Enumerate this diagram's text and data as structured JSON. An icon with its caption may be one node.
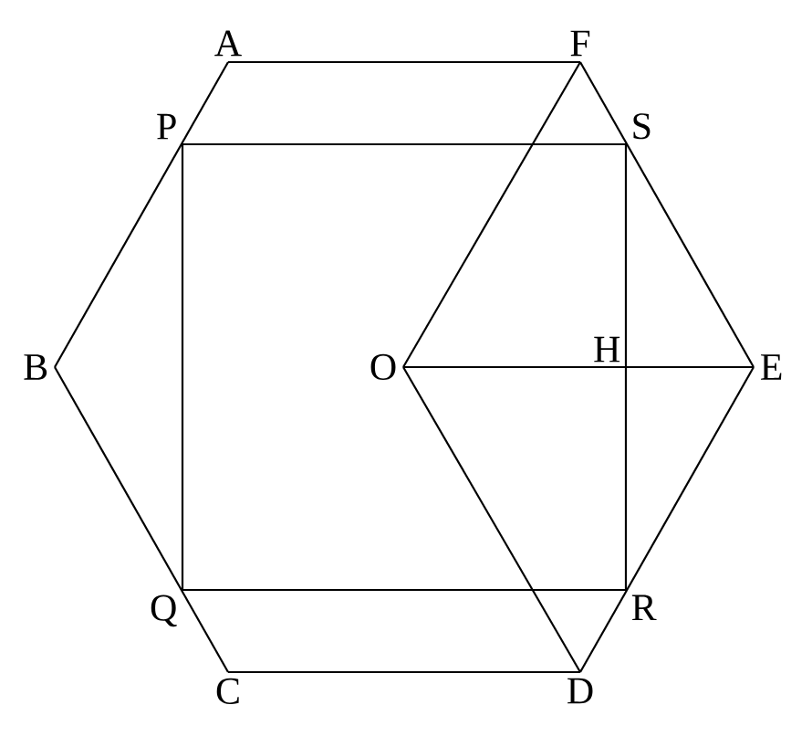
{
  "diagram": {
    "nodes": [
      {
        "text": [
          "A"
        ]
      },
      {
        "text": [
          "F"
        ]
      },
      {
        "text": [
          "P"
        ]
      },
      {
        "text": [
          "S"
        ]
      },
      {
        "text": [
          "B"
        ]
      },
      {
        "text": [
          "O"
        ]
      },
      {
        "text": [
          "H"
        ]
      },
      {
        "text": [
          "E"
        ]
      },
      {
        "text": [
          "Q"
        ]
      },
      {
        "text": [
          "R"
        ]
      },
      {
        "text": [
          "C"
        ]
      },
      {
        "text": [
          "D"
        ]
      }
    ],
    "edges": [
      {
        "from": 0,
        "to": 1,
        "arrow": "none"
      },
      {
        "from": 1,
        "to": 7,
        "arrow": "none"
      },
      {
        "from": 7,
        "to": 11,
        "arrow": "none"
      },
      {
        "from": 11,
        "to": 10,
        "arrow": "none"
      },
      {
        "from": 10,
        "to": 4,
        "arrow": "none"
      },
      {
        "from": 4,
        "to": 0,
        "arrow": "none"
      },
      {
        "from": 2,
        "to": 3,
        "arrow": "none"
      },
      {
        "from": 3,
        "to": 9,
        "arrow": "none"
      },
      {
        "from": 9,
        "to": 8,
        "arrow": "none"
      },
      {
        "from": 8,
        "to": 2,
        "arrow": "none"
      },
      {
        "from": 5,
        "to": 1,
        "arrow": "none"
      },
      {
        "from": 5,
        "to": 7,
        "arrow": "none"
      },
      {
        "from": 5,
        "to": 11,
        "arrow": "none"
      }
    ]
  }
}
